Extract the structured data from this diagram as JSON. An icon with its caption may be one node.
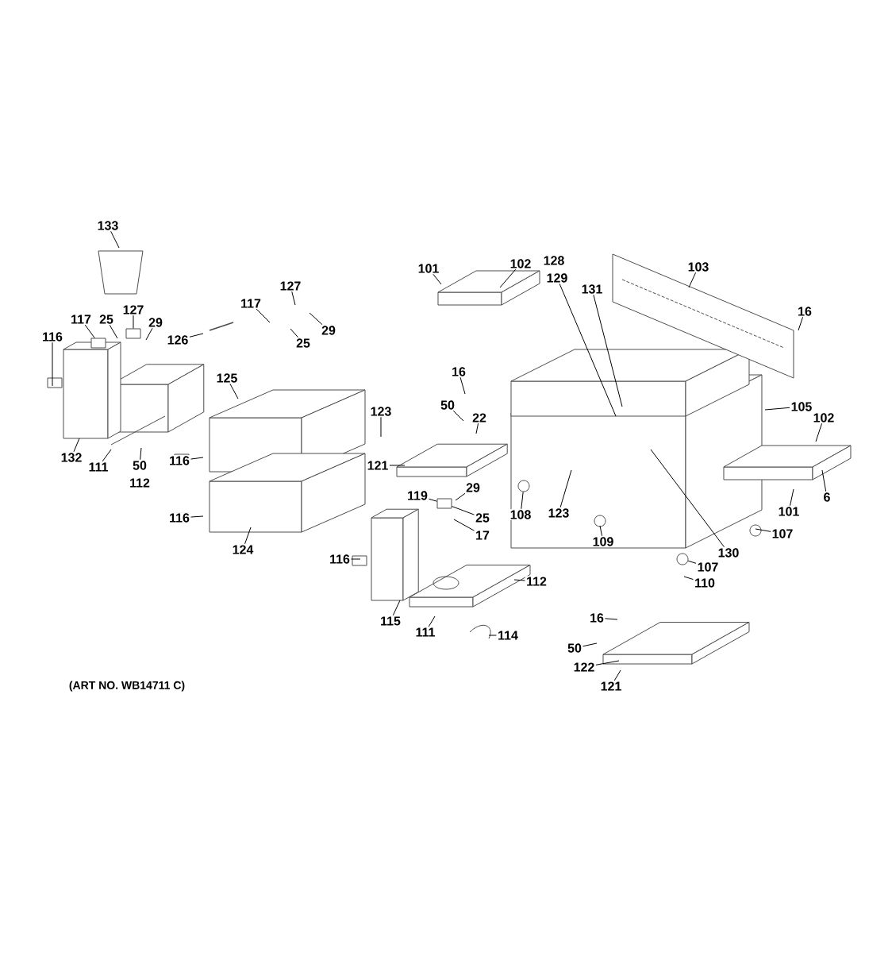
{
  "diagram": {
    "nodes": [
      {
        "text": [
          "133"
        ]
      },
      {
        "text": [
          "117"
        ]
      },
      {
        "text": [
          "25"
        ]
      },
      {
        "text": [
          "127"
        ]
      },
      {
        "text": [
          "29"
        ]
      },
      {
        "text": [
          "116"
        ]
      },
      {
        "text": [
          "132"
        ]
      },
      {
        "text": [
          "111"
        ]
      },
      {
        "text": [
          "50"
        ]
      },
      {
        "text": [
          "112"
        ]
      },
      {
        "text": [
          "126"
        ]
      },
      {
        "text": [
          "117"
        ]
      },
      {
        "text": [
          "127"
        ]
      },
      {
        "text": [
          "29"
        ]
      },
      {
        "text": [
          "25"
        ]
      },
      {
        "text": [
          "125"
        ]
      },
      {
        "text": [
          "116"
        ]
      },
      {
        "text": [
          "116"
        ]
      },
      {
        "text": [
          "124"
        ]
      },
      {
        "text": [
          "123"
        ]
      },
      {
        "text": [
          "16"
        ]
      },
      {
        "text": [
          "50"
        ]
      },
      {
        "text": [
          "22"
        ]
      },
      {
        "text": [
          "121"
        ]
      },
      {
        "text": [
          "119"
        ]
      },
      {
        "text": [
          "29"
        ]
      },
      {
        "text": [
          "25"
        ]
      },
      {
        "text": [
          "17"
        ]
      },
      {
        "text": [
          "116"
        ]
      },
      {
        "text": [
          "115"
        ]
      },
      {
        "text": [
          "111"
        ]
      },
      {
        "text": [
          "112"
        ]
      },
      {
        "text": [
          "114"
        ]
      },
      {
        "text": [
          "101"
        ]
      },
      {
        "text": [
          "102"
        ]
      },
      {
        "text": [
          "128"
        ]
      },
      {
        "text": [
          "129"
        ]
      },
      {
        "text": [
          "131"
        ]
      },
      {
        "text": [
          "103"
        ]
      },
      {
        "text": [
          "16"
        ]
      },
      {
        "text": [
          "105"
        ]
      },
      {
        "text": [
          "102"
        ]
      },
      {
        "text": [
          "6"
        ]
      },
      {
        "text": [
          "101"
        ]
      },
      {
        "text": [
          "107"
        ]
      },
      {
        "text": [
          "130"
        ]
      },
      {
        "text": [
          "107"
        ]
      },
      {
        "text": [
          "110"
        ]
      },
      {
        "text": [
          "108"
        ]
      },
      {
        "text": [
          "123"
        ]
      },
      {
        "text": [
          "109"
        ]
      },
      {
        "text": [
          "16"
        ]
      },
      {
        "text": [
          "50"
        ]
      },
      {
        "text": [
          "122"
        ]
      },
      {
        "text": [
          "121"
        ]
      },
      {
        "text": [],
        "shape": "box"
      },
      {
        "text": [],
        "shape": "box"
      },
      {
        "text": [],
        "shape": "box"
      },
      {
        "text": [],
        "shape": "circle"
      },
      {
        "text": [],
        "shape": "circle"
      }
    ],
    "edges": [
      {
        "from": 0,
        "to": null,
        "arrow": "none"
      },
      {
        "from": 1,
        "to": 55,
        "arrow": "none"
      },
      {
        "from": 2,
        "to": null,
        "arrow": "none"
      },
      {
        "from": 3,
        "to": 56,
        "arrow": "none"
      },
      {
        "from": 4,
        "to": null,
        "arrow": "none"
      },
      {
        "from": 5,
        "to": null,
        "arrow": "none"
      },
      {
        "from": 6,
        "to": null,
        "arrow": "none"
      },
      {
        "from": 7,
        "to": null,
        "arrow": "none"
      },
      {
        "from": 8,
        "to": null,
        "arrow": "none"
      },
      {
        "from": 10,
        "to": null,
        "arrow": "none"
      },
      {
        "from": 11,
        "to": null,
        "arrow": "none"
      },
      {
        "from": 12,
        "to": null,
        "arrow": "none"
      },
      {
        "from": 13,
        "to": null,
        "arrow": "none"
      },
      {
        "from": 14,
        "to": null,
        "arrow": "none"
      },
      {
        "from": 15,
        "to": null,
        "arrow": "none"
      },
      {
        "from": 16,
        "to": null,
        "arrow": "none"
      },
      {
        "from": 17,
        "to": null,
        "arrow": "none"
      },
      {
        "from": 18,
        "to": null,
        "arrow": "none"
      },
      {
        "from": 19,
        "to": null,
        "arrow": "none"
      },
      {
        "from": 20,
        "to": null,
        "arrow": "none"
      },
      {
        "from": 21,
        "to": null,
        "arrow": "none"
      },
      {
        "from": 22,
        "to": null,
        "arrow": "none"
      },
      {
        "from": 23,
        "to": null,
        "arrow": "none"
      },
      {
        "from": 24,
        "to": 57,
        "arrow": "none"
      },
      {
        "from": 25,
        "to": null,
        "arrow": "none"
      },
      {
        "from": 26,
        "to": 57,
        "arrow": "none"
      },
      {
        "from": 27,
        "to": null,
        "arrow": "none"
      },
      {
        "from": 28,
        "to": null,
        "arrow": "none"
      },
      {
        "from": 29,
        "to": null,
        "arrow": "none"
      },
      {
        "from": 30,
        "to": null,
        "arrow": "none"
      },
      {
        "from": 31,
        "to": null,
        "arrow": "none"
      },
      {
        "from": 32,
        "to": null,
        "arrow": "none"
      },
      {
        "from": 33,
        "to": null,
        "arrow": "none"
      },
      {
        "from": 34,
        "to": null,
        "arrow": "none"
      },
      {
        "from": 36,
        "to": null,
        "arrow": "none"
      },
      {
        "from": 37,
        "to": null,
        "arrow": "none"
      },
      {
        "from": 38,
        "to": null,
        "arrow": "none"
      },
      {
        "from": 39,
        "to": null,
        "arrow": "none"
      },
      {
        "from": 40,
        "to": null,
        "arrow": "none"
      },
      {
        "from": 41,
        "to": null,
        "arrow": "none"
      },
      {
        "from": 42,
        "to": null,
        "arrow": "none"
      },
      {
        "from": 43,
        "to": null,
        "arrow": "none"
      },
      {
        "from": 44,
        "to": null,
        "arrow": "none"
      },
      {
        "from": 45,
        "to": null,
        "arrow": "none"
      },
      {
        "from": 46,
        "to": 59,
        "arrow": "none"
      },
      {
        "from": 47,
        "to": null,
        "arrow": "none"
      },
      {
        "from": 48,
        "to": 58,
        "arrow": "none"
      },
      {
        "from": 49,
        "to": null,
        "arrow": "none"
      },
      {
        "from": 50,
        "to": null,
        "arrow": "none"
      },
      {
        "from": 51,
        "to": null,
        "arrow": "none"
      },
      {
        "from": 52,
        "to": null,
        "arrow": "none"
      },
      {
        "from": 53,
        "to": null,
        "arrow": "none"
      },
      {
        "from": 54,
        "to": null,
        "arrow": "none"
      }
    ],
    "labels": [
      "(ART NO. WB14711 C)"
    ]
  }
}
